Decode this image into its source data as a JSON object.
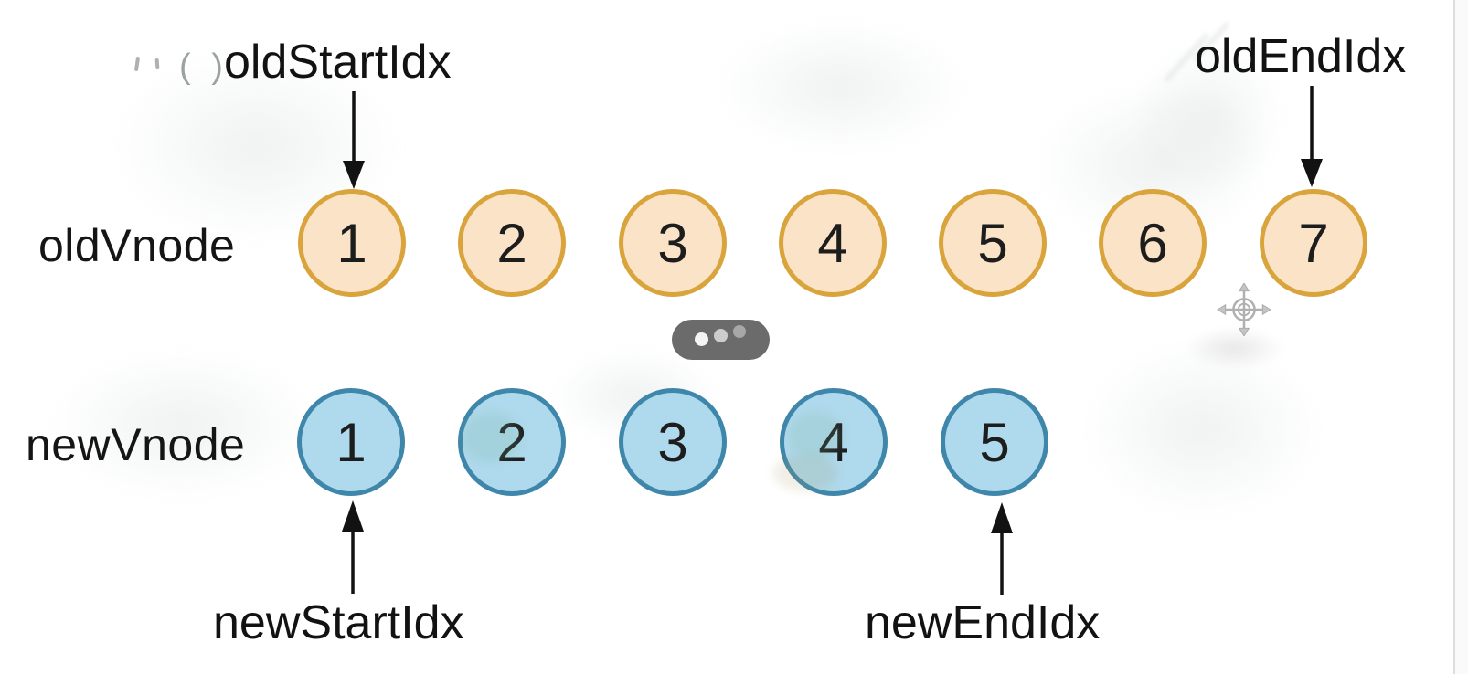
{
  "rows": {
    "old": {
      "label": "oldVnode",
      "items": [
        "1",
        "2",
        "3",
        "4",
        "5",
        "6",
        "7"
      ]
    },
    "new": {
      "label": "newVnode",
      "items": [
        "1",
        "2",
        "3",
        "4",
        "5"
      ]
    }
  },
  "pointers": {
    "old_start": {
      "label": "oldStartIdx",
      "points_to": "old node 1"
    },
    "old_end": {
      "label": "oldEndIdx",
      "points_to": "old node 7"
    },
    "new_start": {
      "label": "newStartIdx",
      "points_to": "new node 1"
    },
    "new_end": {
      "label": "newEndIdx",
      "points_to": "new node 5"
    }
  },
  "ellipsis": {
    "dot_count": 3
  },
  "artifacts": {
    "left_fragment": "( )"
  },
  "colors": {
    "old_node_fill": "#fae3c6",
    "old_node_border": "#d9a43c",
    "new_node_fill": "#afd9ec",
    "new_node_border": "#3e86aa",
    "arrow": "#121212",
    "ellipsis_pill": "#6b6b6b",
    "background": "#ffffff"
  }
}
